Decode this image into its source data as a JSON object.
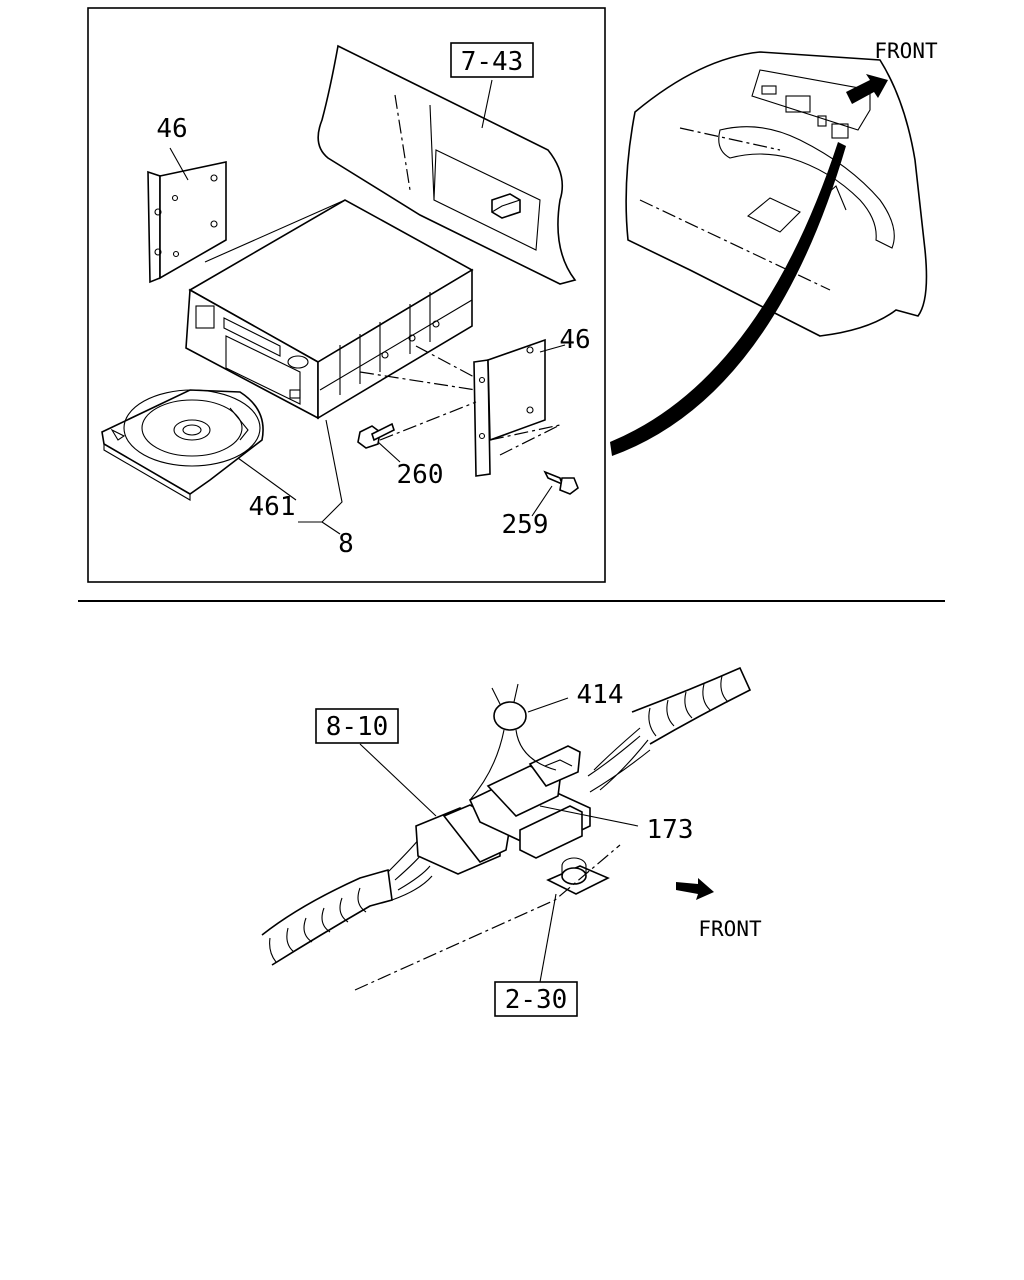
{
  "top_panel": {
    "ref_box": "7-43",
    "labels": {
      "bracket_left": "46",
      "bracket_right": "46",
      "bolt_a": "260",
      "bolt_b": "259",
      "cd_magazine": "461",
      "unit": "8"
    },
    "front": "FRONT"
  },
  "bottom_panel": {
    "ref_box_harness": "8-10",
    "ref_box_floor": "2-30",
    "labels": {
      "clip": "414",
      "connector": "173"
    },
    "front": "FRONT"
  }
}
